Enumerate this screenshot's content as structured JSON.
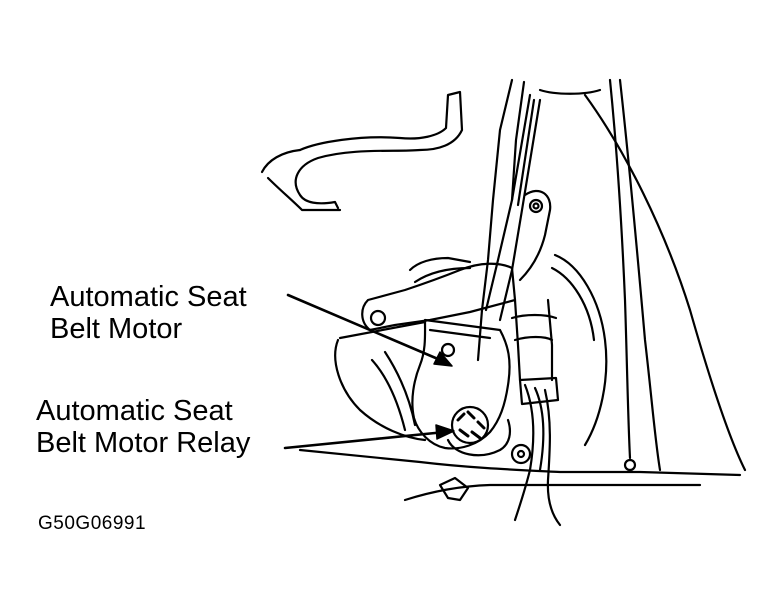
{
  "callouts": {
    "seat_belt_motor": {
      "line1": "Automatic Seat",
      "line2": "Belt Motor"
    },
    "seat_belt_motor_relay": {
      "line1": "Automatic Seat",
      "line2": "Belt Motor Relay"
    }
  },
  "figure_id": "G50G06991",
  "colors": {
    "ink": "#000000",
    "paper": "#ffffff"
  }
}
